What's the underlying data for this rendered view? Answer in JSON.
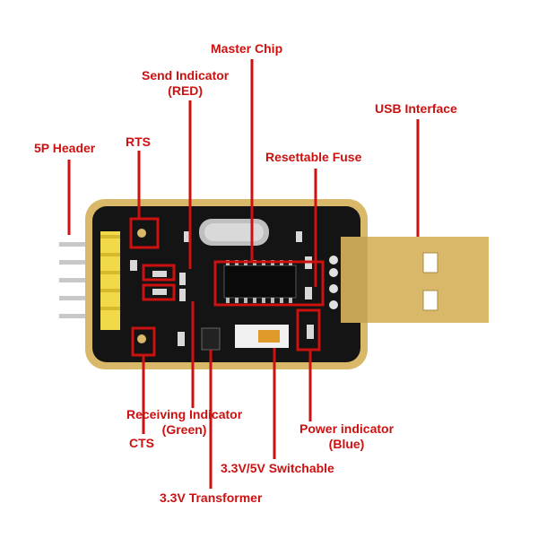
{
  "labels": {
    "master_chip": "Master Chip",
    "send_indicator_line1": "Send Indicator",
    "send_indicator_line2": "(RED)",
    "usb_interface": "USB Interface",
    "five_p_header": "5P Header",
    "rts": "RTS",
    "resettable_fuse": "Resettable Fuse",
    "receiving_indicator_line1": "Receiving Indicator",
    "receiving_indicator_line2": "(Green)",
    "cts": "CTS",
    "power_indicator_line1": "Power indicator",
    "power_indicator_line2": "(Blue)",
    "switchable": "3.3V/5V Switchable",
    "transformer": "3.3V Transformer"
  },
  "colors": {
    "annotation": "#cc1111",
    "pcb": "#111111",
    "gold": "#d9b86a",
    "header_yellow": "#f2d94a"
  }
}
